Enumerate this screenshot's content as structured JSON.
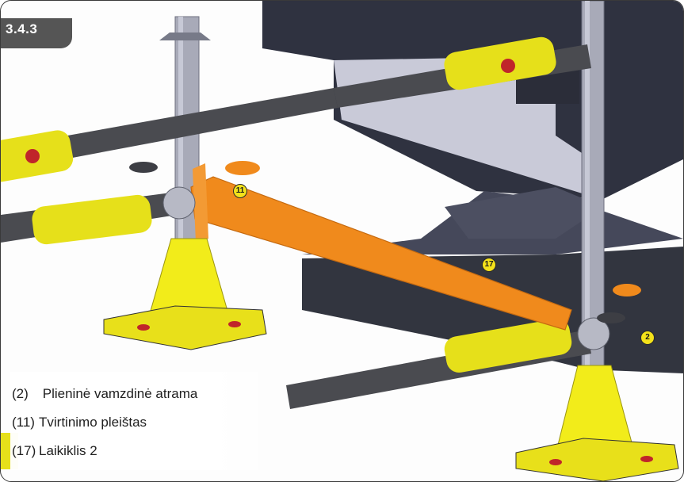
{
  "section": {
    "number": "3.4.3"
  },
  "callouts": [
    {
      "id": "2",
      "label": "2"
    },
    {
      "id": "11",
      "label": "11"
    },
    {
      "id": "17",
      "label": "17"
    }
  ],
  "legend": [
    {
      "num": "(2)",
      "text": "Plieninė vamzdinė atrama"
    },
    {
      "num": "(11)",
      "text": "Tvirtinimo pleištas"
    },
    {
      "num": "(17)",
      "text": "Laikiklis 2"
    }
  ],
  "colors": {
    "highlight_part": "#f08a1c",
    "bumper_yellow": "#e6e01a",
    "pole_grey": "#9a9cab",
    "machine_body": "#3a3d4c"
  }
}
